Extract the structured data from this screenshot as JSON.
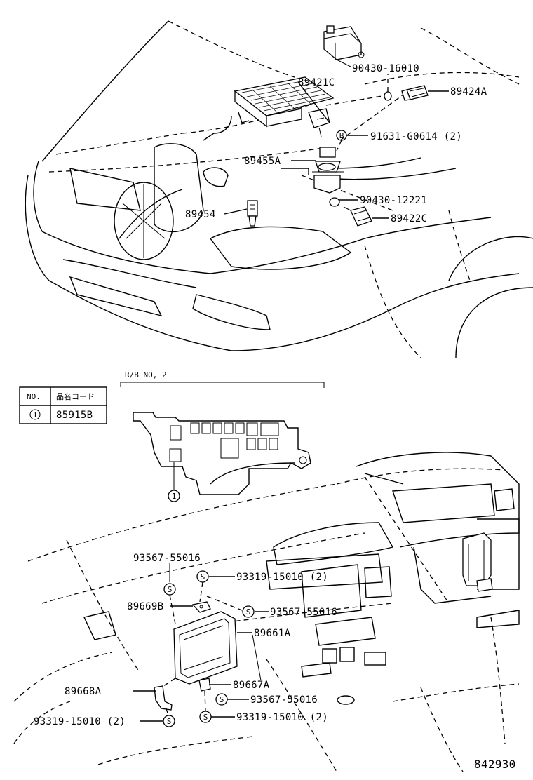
{
  "labels": {
    "p90430_16010": "90430-16010",
    "p89421C": "89421C",
    "p89424A": "89424A",
    "p91631_G0614": "91631-G0614 (2)",
    "p89455A": "89455A",
    "p89454": "89454",
    "p90430_12221": "90430-12221",
    "p89422C": "89422C",
    "rb_title": "R/B NO, 2",
    "p93567_55016_a": "93567-55016",
    "p93319_15010_a": "93319-15010 (2)",
    "p89669B": "89669B",
    "p93567_55016_b": "93567-55016",
    "p89661A": "89661A",
    "p89667A": "89667A",
    "p89668A": "89668A",
    "p93567_55016_c": "93567-55016",
    "p93319_15010_b": "93319-15010 (2)",
    "p93319_15010_c": "93319-15010 (2)",
    "diagram_code": "842930"
  },
  "legend_table": {
    "header_no": "NO.",
    "header_code": "品名コード",
    "rows": [
      {
        "no": "1",
        "code": "85915B"
      }
    ]
  },
  "callout_no": "1",
  "symbols": {
    "s_mark": "S",
    "b_mark": "B"
  }
}
